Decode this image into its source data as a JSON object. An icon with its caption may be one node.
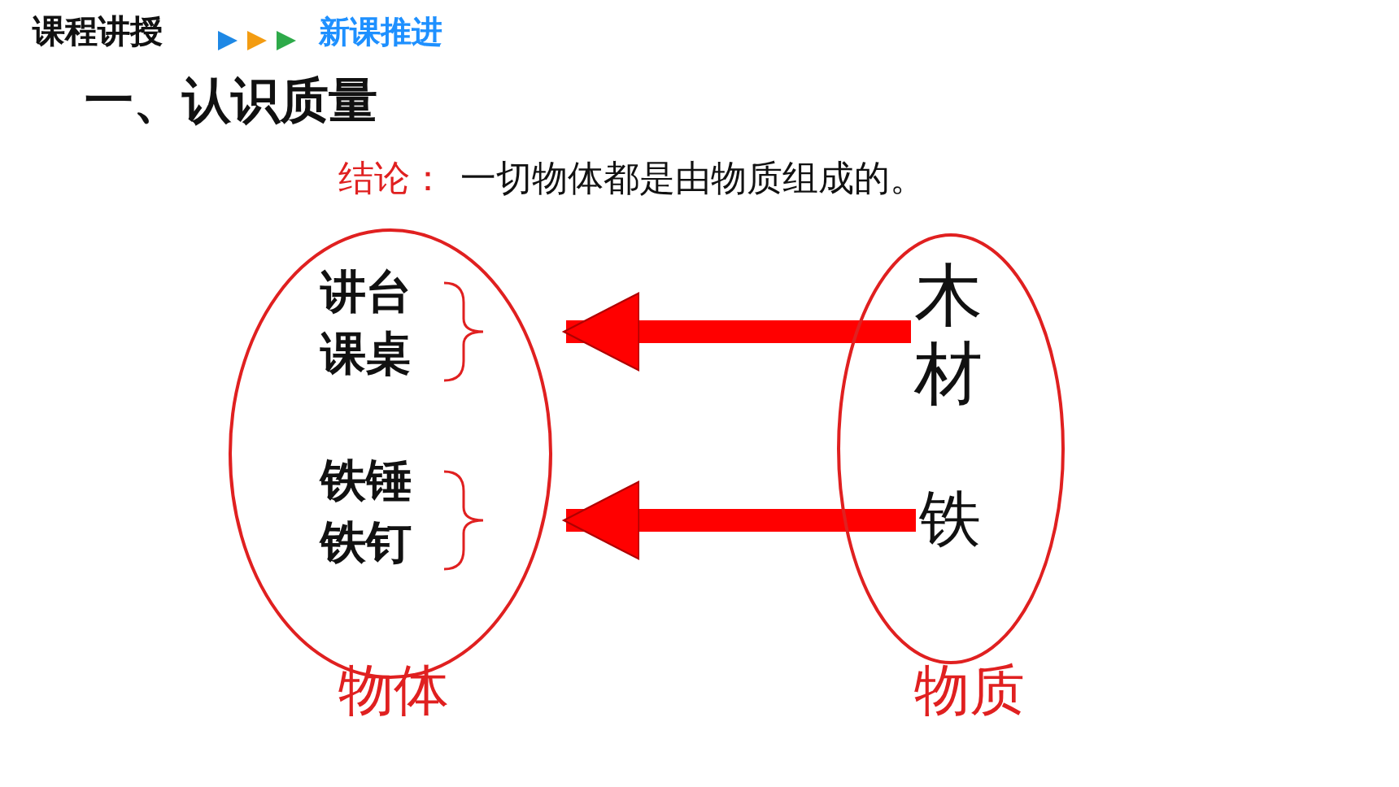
{
  "diagram": {
    "title": "一、认识质量",
    "nodes": [
      {
        "text": [
          "物体"
        ]
      },
      {
        "text": [
          "讲台",
          "课桌"
        ],
        "in": 0
      },
      {
        "text": [
          "铁锤",
          "铁钉"
        ],
        "in": 0
      },
      {
        "text": [
          "物质"
        ]
      },
      {
        "text": [
          "木材"
        ],
        "in": 3
      },
      {
        "text": [
          "铁"
        ],
        "in": 3
      }
    ],
    "edges": [
      {
        "from": 4,
        "to": 1,
        "arrow": "to"
      },
      {
        "from": 5,
        "to": 2,
        "arrow": "to"
      }
    ],
    "labels": [
      "课程讲授",
      "新课推进",
      "结论：",
      "一切物体都是由物质组成的。"
    ]
  }
}
